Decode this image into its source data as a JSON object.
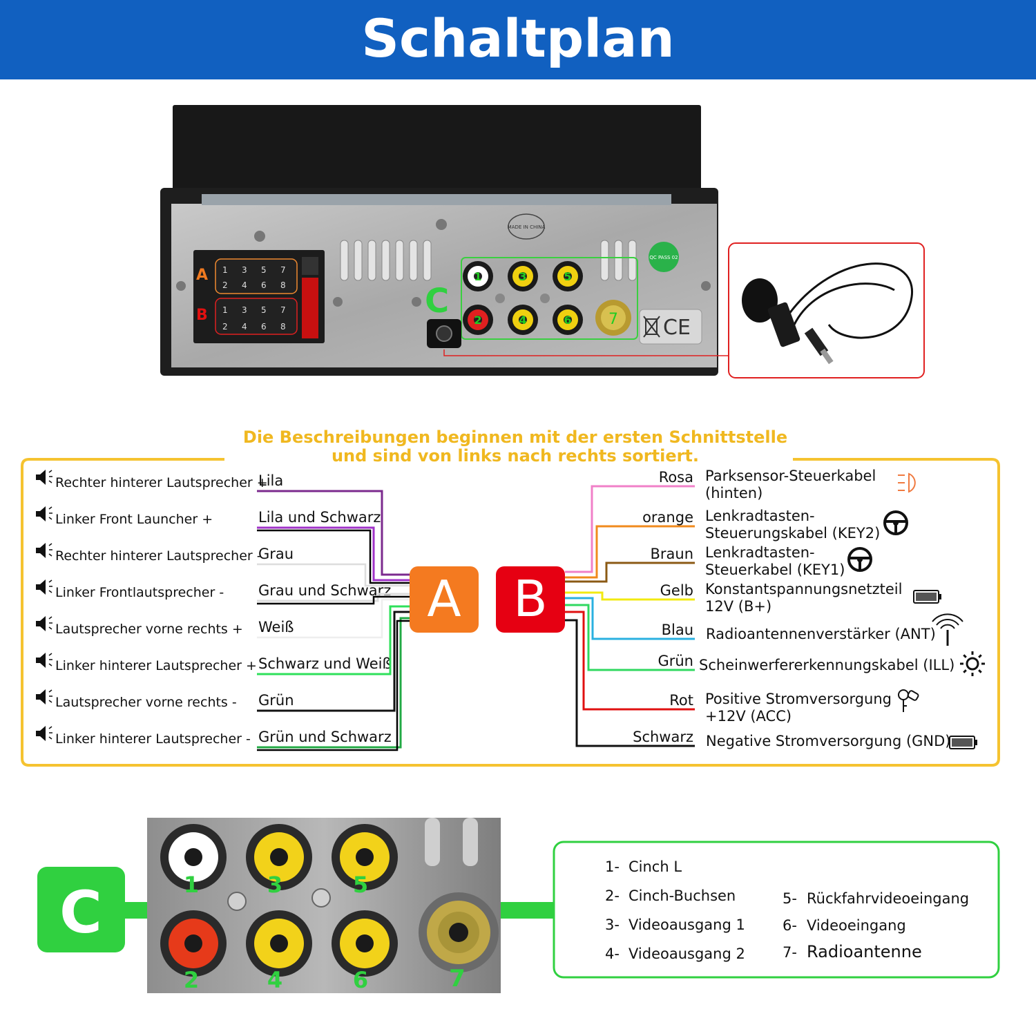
{
  "header": {
    "title": "Schaltplan"
  },
  "unit": {
    "connector_a_letter": "A",
    "connector_b_letter": "B",
    "connector_c_letter": "C",
    "iso_pins_top": [
      "1",
      "3",
      "5",
      "7"
    ],
    "iso_pins_bottom": [
      "2",
      "4",
      "6",
      "8"
    ],
    "rca_top": [
      "1",
      "3",
      "5"
    ],
    "rca_bottom": [
      "2",
      "4",
      "6"
    ],
    "antenna_number": "7",
    "stamp_made": "MADE IN CHINA",
    "stamp_qc": "QC PASS 02",
    "mark_ce": "CE"
  },
  "wiring": {
    "note_line1": "Die Beschreibungen beginnen mit der ersten Schnittstelle",
    "note_line2": "und sind von links nach rechts sortiert.",
    "badge_a": "A",
    "badge_b": "B",
    "colors": {
      "frame": "#f5c330",
      "note": "#f0b820",
      "badge_a": "#f47a20",
      "badge_b": "#e60012"
    },
    "left": [
      {
        "desc": "Rechter hinterer Lautsprecher +",
        "wire": "Lila",
        "color": "#7b2a8e",
        "stripe": ""
      },
      {
        "desc": "Linker Front Launcher +",
        "wire": "Lila und Schwarz",
        "color": "#a033c8",
        "stripe": "#000000"
      },
      {
        "desc": "Rechter hinterer Lautsprecher -",
        "wire": "Grau",
        "color": "#dddddd",
        "stripe": ""
      },
      {
        "desc": "Linker Frontlautsprecher -",
        "wire": "Grau und Schwarz",
        "color": "#dddddd",
        "stripe": "#000000"
      },
      {
        "desc": "Lautsprecher vorne rechts +",
        "wire": "Weiß",
        "color": "#eeeeee",
        "stripe": ""
      },
      {
        "desc": "Linker hinterer Lautsprecher +",
        "wire": "Schwarz und Weiß",
        "color": "#2ee05a",
        "stripe": ""
      },
      {
        "desc": "Lautsprecher vorne rechts -",
        "wire": "Grün",
        "color": "#111111",
        "stripe": ""
      },
      {
        "desc": "Linker hinterer Lautsprecher -",
        "wire": "Grün und Schwarz",
        "color": "#22aa44",
        "stripe": "#000000"
      }
    ],
    "right": [
      {
        "wire": "Rosa",
        "desc1": "Parksensor-Steuerkabel",
        "desc2": "(hinten)",
        "color": "#f080c8",
        "icon": "parking-light-icon"
      },
      {
        "wire": "orange",
        "desc1": "Lenkradtasten-",
        "desc2": "Steuerungskabel (KEY2)",
        "color": "#f08a1c",
        "icon": "steering-wheel-icon"
      },
      {
        "wire": "Braun",
        "desc1": "Lenkradtasten-",
        "desc2": "Steuerkabel (KEY1)",
        "color": "#8b5a14",
        "icon": "steering-wheel-icon"
      },
      {
        "wire": "Gelb",
        "desc1": "Konstantspannungsnetzteil",
        "desc2": "12V (B+)",
        "color": "#f2ea10",
        "icon": "battery-icon"
      },
      {
        "wire": "Blau",
        "desc1": "Radioantennenverstärker (ANT)",
        "desc2": "",
        "color": "#2ab0e0",
        "icon": "antenna-icon"
      },
      {
        "wire": "Grün",
        "desc1": "Scheinwerfererkennungskabel (ILL)",
        "desc2": "",
        "color": "#30d860",
        "icon": "sun-icon"
      },
      {
        "wire": "Rot",
        "desc1": "Positive Stromversorgung",
        "desc2": "+12V (ACC)",
        "color": "#e01010",
        "icon": "key-icon"
      },
      {
        "wire": "Schwarz",
        "desc1": "Negative Stromversorgung (GND)",
        "desc2": "",
        "color": "#111111",
        "icon": "battery-icon"
      }
    ]
  },
  "rca": {
    "badge": "C",
    "color": "#30d040",
    "jacks_top": [
      "1",
      "3",
      "5"
    ],
    "jacks_bottom": [
      "2",
      "4",
      "6"
    ],
    "antenna": "7",
    "legend_col1": [
      {
        "n": "1-",
        "label": "Cinch L"
      },
      {
        "n": "2-",
        "label": "Cinch-Buchsen"
      },
      {
        "n": "3-",
        "label": "Videoausgang 1"
      },
      {
        "n": "4-",
        "label": "Videoausgang 2"
      }
    ],
    "legend_col2": [
      {
        "n": "5-",
        "label": "Rückfahrvideoeingang"
      },
      {
        "n": "6-",
        "label": "Videoeingang"
      },
      {
        "n": "7-",
        "label": "Radioantenne"
      }
    ]
  }
}
